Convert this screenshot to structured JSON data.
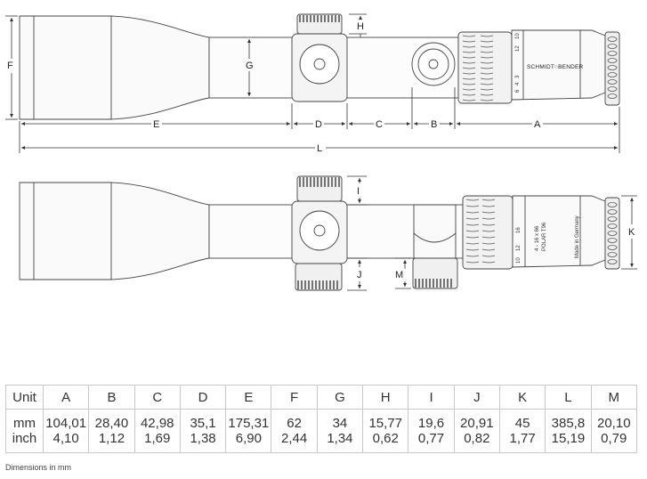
{
  "diagram": {
    "dimension_letters": {
      "A": "A",
      "B": "B",
      "C": "C",
      "D": "D",
      "E": "E",
      "F": "F",
      "G": "G",
      "H": "H",
      "I": "I",
      "J": "J",
      "K": "K",
      "L": "L",
      "M": "M"
    },
    "brand_text": "SCHMIDT○BENDER",
    "turret_scale_top": [
      "10",
      "12",
      "3",
      "4",
      "6"
    ],
    "side_text": [
      "4 - 16 x 66",
      "POLAR T96",
      "Made in Germany"
    ],
    "side_scale": [
      "10",
      "12",
      "16"
    ]
  },
  "table": {
    "header": [
      "Unit",
      "A",
      "B",
      "C",
      "D",
      "E",
      "F",
      "G",
      "H",
      "I",
      "J",
      "K",
      "L",
      "M"
    ],
    "rows": [
      [
        "mm",
        "104,01",
        "28,40",
        "42,98",
        "35,1",
        "175,31",
        "62",
        "34",
        "15,77",
        "19,6",
        "20,91",
        "45",
        "385,8",
        "20,10"
      ],
      [
        "inch",
        "4,10",
        "1,12",
        "1,69",
        "1,38",
        "6,90",
        "2,44",
        "1,34",
        "0,62",
        "0,77",
        "0,82",
        "1,77",
        "15,19",
        "0,79"
      ]
    ]
  },
  "footnote": "Dimensions in mm"
}
